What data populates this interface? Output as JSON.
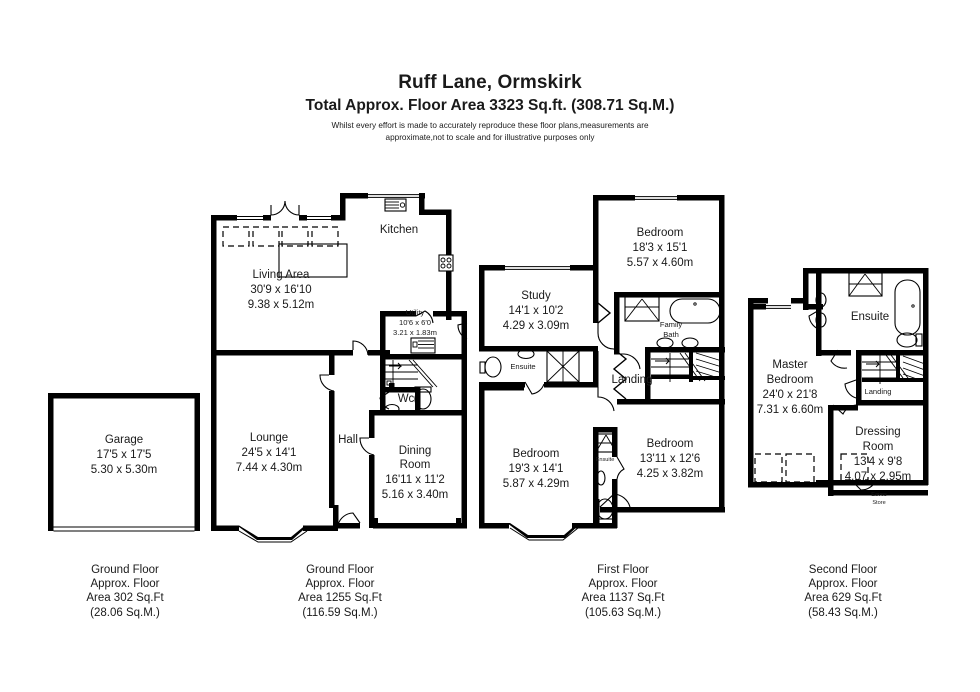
{
  "header": {
    "title": "Ruff Lane, Ormskirk",
    "subtitle": "Total Approx. Floor Area 3323 Sq.ft. (308.71 Sq.M.)",
    "disclaimer_line1": "Whilst every effort is made to accurately reproduce these floor plans,measurements are",
    "disclaimer_line2": "approximate,not to scale and for illustrative purposes only"
  },
  "plans": {
    "garage": {
      "caption": {
        "line1": "Ground Floor",
        "line2": "Approx. Floor",
        "line3": "Area 302 Sq.Ft",
        "line4": "(28.06 Sq.M.)"
      },
      "rooms": {
        "garage": {
          "name": "Garage",
          "imperial": "17'5 x 17'5",
          "metric": "5.30 x 5.30m"
        }
      }
    },
    "ground": {
      "caption": {
        "line1": "Ground Floor",
        "line2": "Approx. Floor",
        "line3": "Area 1255 Sq.Ft",
        "line4": "(116.59 Sq.M.)"
      },
      "rooms": {
        "kitchen": {
          "name": "Kitchen"
        },
        "living_area": {
          "name": "Living Area",
          "imperial": "30'9 x 16'10",
          "metric": "9.38 x 5.12m"
        },
        "utility": {
          "name": "Utility",
          "imperial": "10'6 x 6'0",
          "metric": "3.21 x 1.83m"
        },
        "wc": {
          "name": "Wc"
        },
        "lounge": {
          "name": "Lounge",
          "imperial": "24'5 x 14'1",
          "metric": "7.44 x 4.30m"
        },
        "hall": {
          "name": "Hall"
        },
        "dining_room": {
          "name_line1": "Dining",
          "name_line2": "Room",
          "imperial": "16'11 x 11'2",
          "metric": "5.16 x 3.40m"
        }
      }
    },
    "first": {
      "caption": {
        "line1": "First Floor",
        "line2": "Approx. Floor",
        "line3": "Area 1137 Sq.Ft",
        "line4": "(105.63 Sq.M.)"
      },
      "rooms": {
        "bedroom_top": {
          "name": "Bedroom",
          "imperial": "18'3 x 15'1",
          "metric": "5.57 x 4.60m"
        },
        "study": {
          "name": "Study",
          "imperial": "14'1 x 10'2",
          "metric": "4.29 x 3.09m"
        },
        "family_bath": {
          "name_line1": "Family",
          "name_line2": "Bath"
        },
        "ensuite_study": {
          "name": "Ensuite"
        },
        "landing": {
          "name": "Landing"
        },
        "bedroom_left": {
          "name": "Bedroom",
          "imperial": "19'3 x 14'1",
          "metric": "5.87 x 4.29m"
        },
        "bedroom_right": {
          "name": "Bedroom",
          "imperial": "13'11 x 12'6",
          "metric": "4.25 x 3.82m"
        },
        "ensuite_mid": {
          "name": "Ensuite"
        }
      }
    },
    "second": {
      "caption": {
        "line1": "Second Floor",
        "line2": "Approx. Floor",
        "line3": "Area 629 Sq.Ft",
        "line4": "(58.43 Sq.M.)"
      },
      "rooms": {
        "ensuite": {
          "name": "Ensuite"
        },
        "master_bedroom": {
          "name_line1": "Master",
          "name_line2": "Bedroom",
          "imperial": "24'0 x 21'8",
          "metric": "7.31 x 6.60m"
        },
        "landing": {
          "name": "Landing"
        },
        "dressing_room": {
          "name_line1": "Dressing",
          "name_line2": "Room",
          "imperial": "13'4 x 9'8",
          "metric": "4.07 x 2.95m"
        },
        "eaves_store": {
          "name_line1": "Eaves",
          "name_line2": "Store"
        }
      }
    }
  },
  "colors": {
    "wall": "#000000",
    "text": "#1a1a1a",
    "background": "#ffffff"
  }
}
